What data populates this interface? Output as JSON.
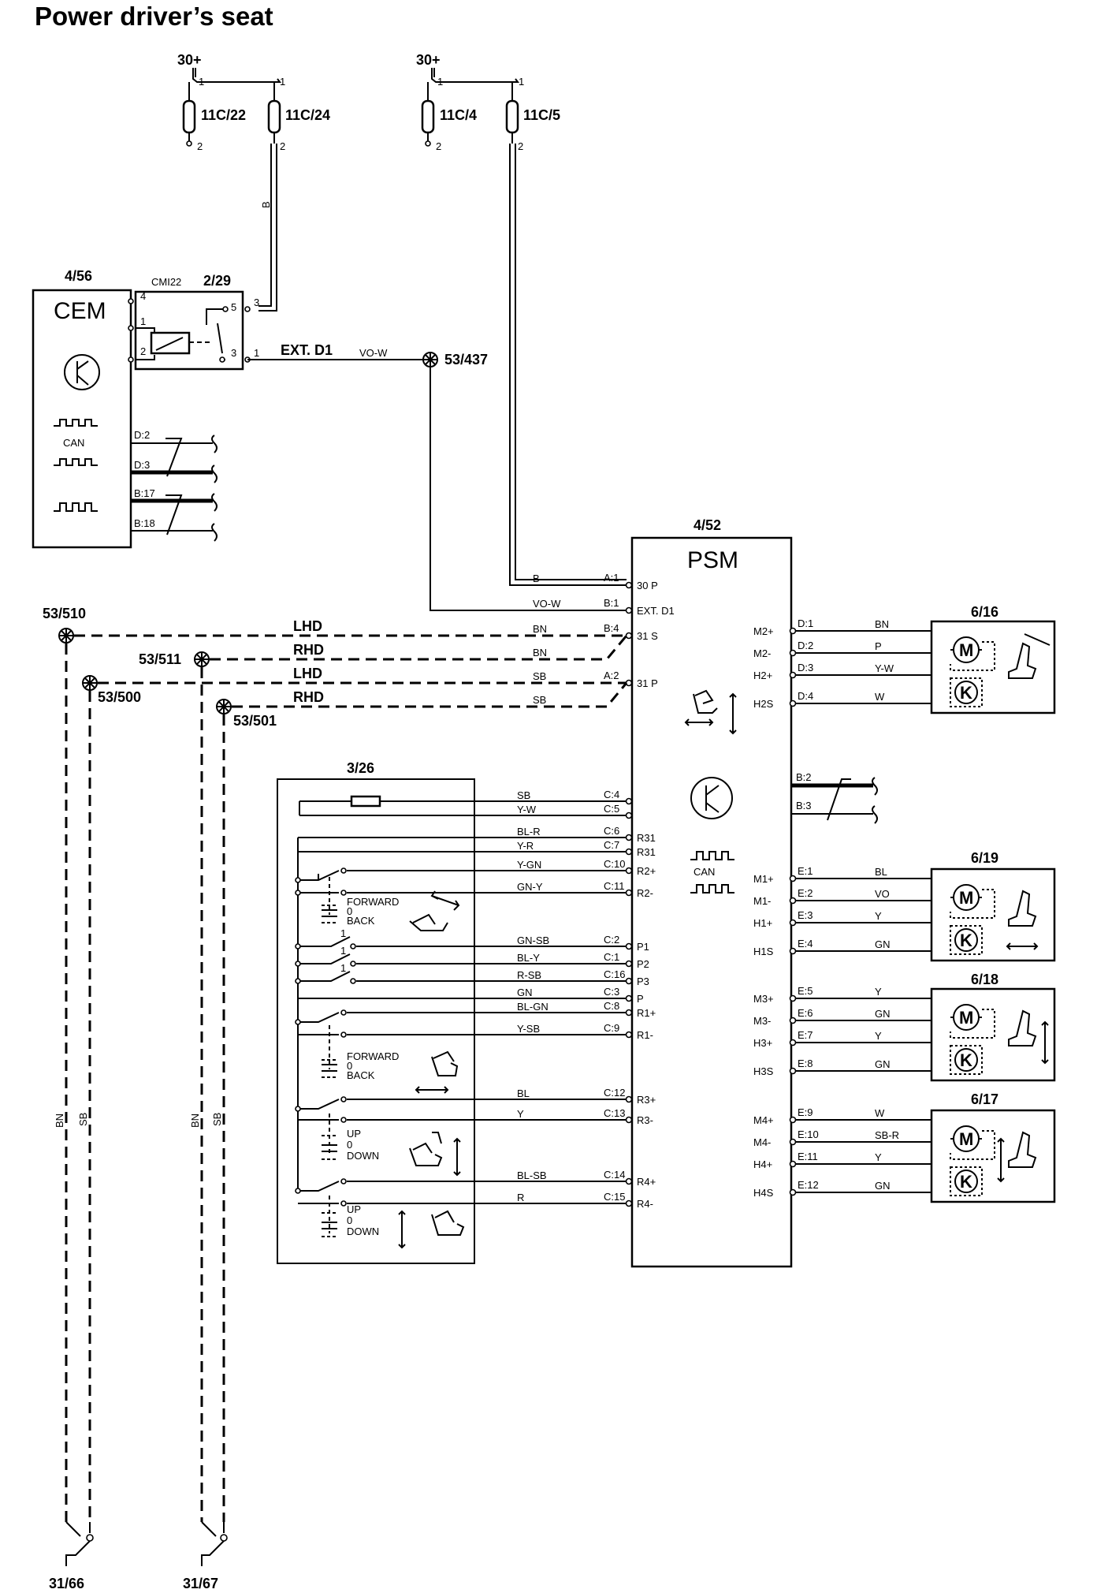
{
  "title": "Power driver’s seat",
  "fuses": {
    "supply_left": "30+",
    "supply_right": "30+",
    "f22": "11C/22",
    "f24": "11C/24",
    "f4": "11C/4",
    "f5": "11C/5",
    "pin1": "1",
    "pin2": "2"
  },
  "cem": {
    "id": "4/56",
    "name": "CEM",
    "can_label": "CAN",
    "pins": [
      "D:2",
      "D:3",
      "B:17",
      "B:18"
    ]
  },
  "relay": {
    "id": "2/29",
    "code": "CMI22",
    "pins": [
      "4",
      "1",
      "2",
      "5",
      "3",
      "3",
      "1"
    ]
  },
  "ext_d1": {
    "label": "EXT. D1",
    "color": "VO-W",
    "node": "53/437"
  },
  "wire_b_label": "B",
  "psm": {
    "id": "4/52",
    "name": "PSM",
    "can_label": "CAN",
    "left_pins": [
      {
        "code": "A:1",
        "name": "30 P",
        "color": "B"
      },
      {
        "code": "B:1",
        "name": "EXT. D1",
        "color": "VO-W"
      },
      {
        "code": "B:4",
        "name": "31 S",
        "color": "BN"
      },
      {
        "code": "",
        "name": "",
        "color": "BN"
      },
      {
        "code": "A:2",
        "name": "31 P",
        "color": "SB"
      },
      {
        "code": "",
        "name": "",
        "color": "SB"
      }
    ],
    "c_pins": [
      {
        "code": "C:4",
        "name": "",
        "color": "SB"
      },
      {
        "code": "C:5",
        "name": "",
        "color": "Y-W"
      },
      {
        "code": "C:6",
        "name": "R31",
        "color": "BL-R"
      },
      {
        "code": "C:7",
        "name": "R31",
        "color": "Y-R"
      },
      {
        "code": "C:10",
        "name": "R2+",
        "color": "Y-GN"
      },
      {
        "code": "C:11",
        "name": "R2-",
        "color": "GN-Y"
      },
      {
        "code": "C:2",
        "name": "P1",
        "color": "GN-SB"
      },
      {
        "code": "C:1",
        "name": "P2",
        "color": "BL-Y"
      },
      {
        "code": "C:16",
        "name": "P3",
        "color": "R-SB"
      },
      {
        "code": "C:3",
        "name": "P",
        "color": "GN"
      },
      {
        "code": "C:8",
        "name": "R1+",
        "color": "BL-GN"
      },
      {
        "code": "C:9",
        "name": "R1-",
        "color": "Y-SB"
      },
      {
        "code": "C:12",
        "name": "R3+",
        "color": "BL"
      },
      {
        "code": "C:13",
        "name": "R3-",
        "color": "Y"
      },
      {
        "code": "C:14",
        "name": "R4+",
        "color": "BL-SB"
      },
      {
        "code": "C:15",
        "name": "R4-",
        "color": "R"
      }
    ],
    "can_pins": [
      "B:2",
      "B:3"
    ],
    "motors": [
      {
        "id": "6/16",
        "pins": [
          {
            "name": "M2+",
            "code": "D:1",
            "color": "BN"
          },
          {
            "name": "M2-",
            "code": "D:2",
            "color": "P"
          },
          {
            "name": "H2+",
            "code": "D:3",
            "color": "Y-W"
          },
          {
            "name": "H2S",
            "code": "D:4",
            "color": "W"
          }
        ]
      },
      {
        "id": "6/19",
        "pins": [
          {
            "name": "M1+",
            "code": "E:1",
            "color": "BL"
          },
          {
            "name": "M1-",
            "code": "E:2",
            "color": "VO"
          },
          {
            "name": "H1+",
            "code": "E:3",
            "color": "Y"
          },
          {
            "name": "H1S",
            "code": "E:4",
            "color": "GN"
          }
        ]
      },
      {
        "id": "6/18",
        "pins": [
          {
            "name": "M3+",
            "code": "E:5",
            "color": "Y"
          },
          {
            "name": "M3-",
            "code": "E:6",
            "color": "GN"
          },
          {
            "name": "H3+",
            "code": "E:7",
            "color": "Y"
          },
          {
            "name": "H3S",
            "code": "E:8",
            "color": "GN"
          }
        ]
      },
      {
        "id": "6/17",
        "pins": [
          {
            "name": "M4+",
            "code": "E:9",
            "color": "W"
          },
          {
            "name": "M4-",
            "code": "E:10",
            "color": "SB-R"
          },
          {
            "name": "H4+",
            "code": "E:11",
            "color": "Y"
          },
          {
            "name": "H4S",
            "code": "E:12",
            "color": "GN"
          }
        ]
      }
    ]
  },
  "ground_nodes": {
    "n510": "53/510",
    "n511": "53/511",
    "n500": "53/500",
    "n501": "53/501",
    "lhd": "LHD",
    "rhd": "RHD",
    "bn": "BN",
    "sb": "SB"
  },
  "grounds": {
    "g66": "31/66",
    "g67": "31/67"
  },
  "switch": {
    "id": "3/26",
    "forward": "FORWARD",
    "zero": "0",
    "back": "BACK",
    "up": "UP",
    "down": "DOWN",
    "pos_mark": "1"
  },
  "symbols": {
    "motor": "M",
    "sensor": "K"
  }
}
